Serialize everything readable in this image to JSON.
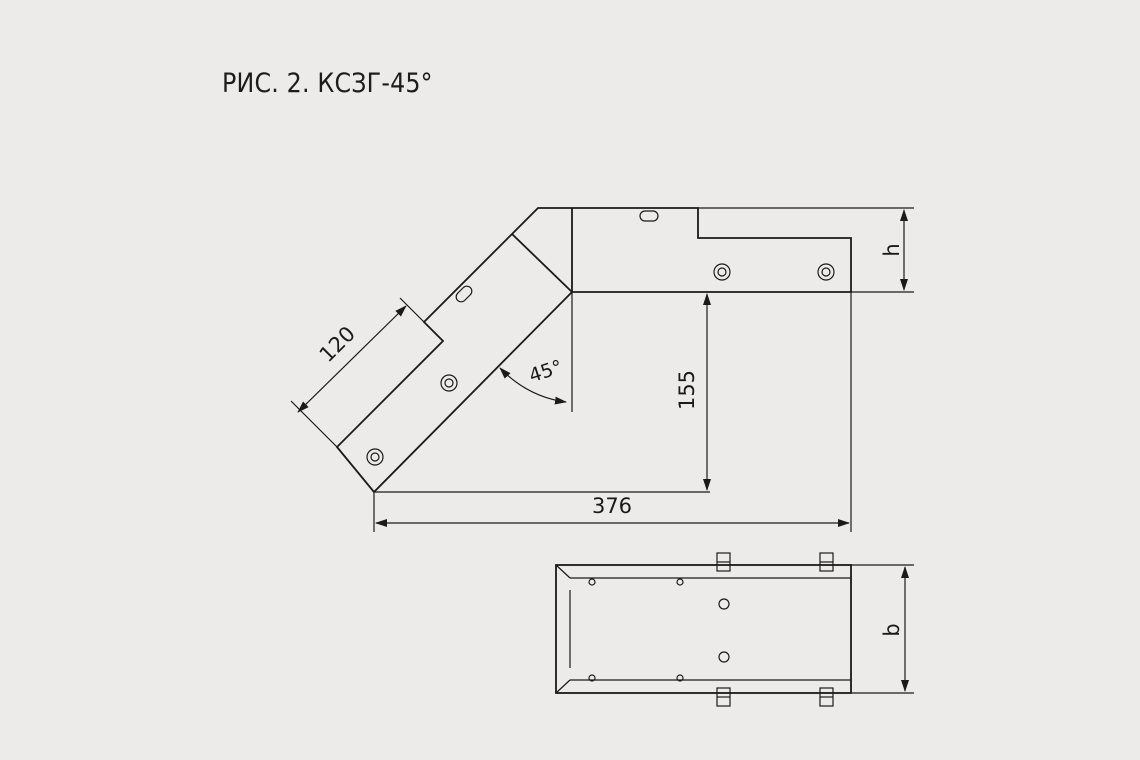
{
  "title": "РИС. 2. КСЗГ-45°",
  "dimensions": {
    "width_376": "376",
    "height_155": "155",
    "length_120": "120",
    "angle": "45°",
    "h": "h",
    "b": "b"
  }
}
